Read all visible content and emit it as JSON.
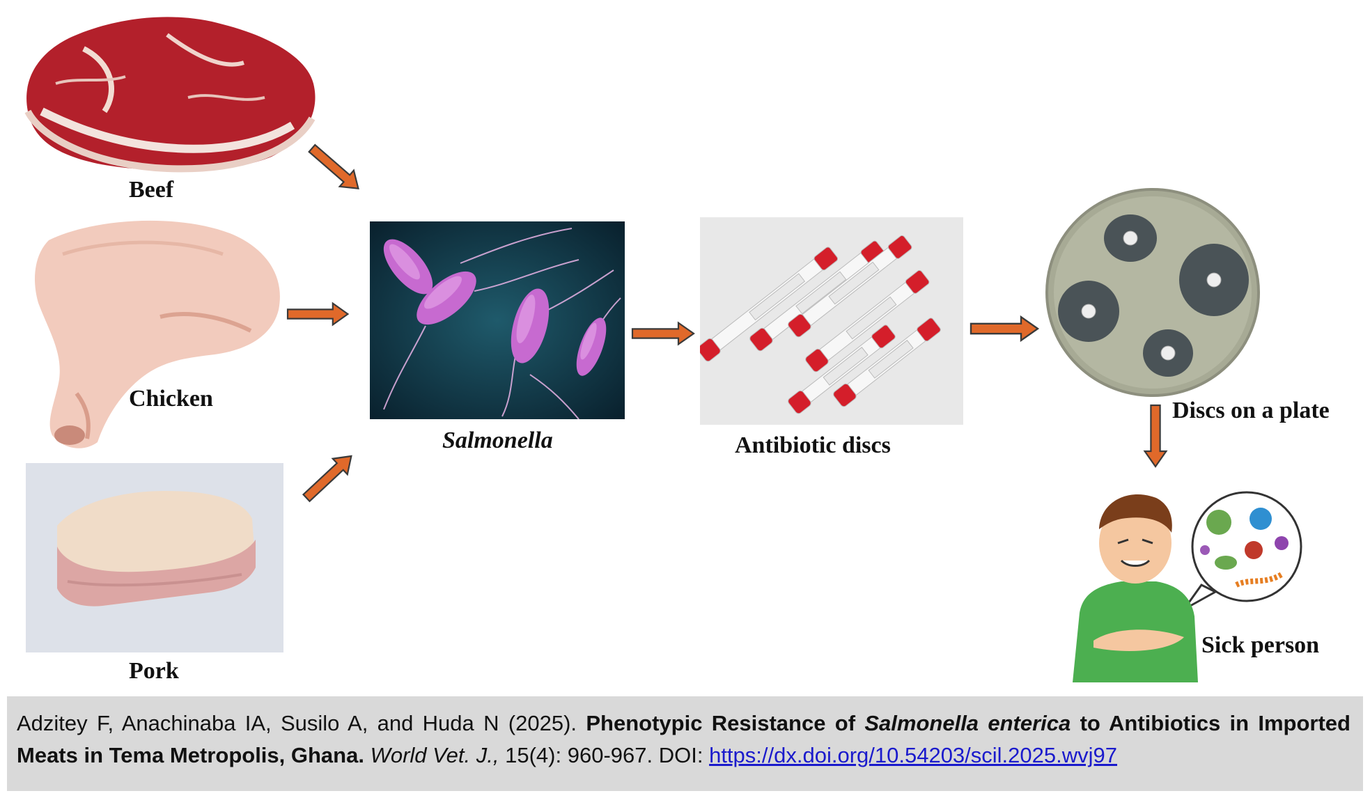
{
  "labels": {
    "beef": "Beef",
    "chicken": "Chicken",
    "pork": "Pork",
    "salmonella": "Salmonella",
    "antibiotic_discs": "Antibiotic discs",
    "discs_on_plate": "Discs on a plate",
    "sick_person": "Sick person"
  },
  "citation": {
    "authors": "Adzitey F, Anachinaba IA, Susilo A, and Huda N (2025).",
    "title_part1": "Phenotypic Resistance of",
    "title_italic": "Salmonella enterica",
    "title_part2": "to Antibiotics in Imported Meats in Tema Metropolis, Ghana.",
    "journal": "World Vet. J.,",
    "volume": "15(4): 960-967. DOI:",
    "doi": "https://dx.doi.org/10.54203/scil.2025.wvj97"
  },
  "colors": {
    "arrow": "#e0692a",
    "arrow_stroke": "#3a3a3a",
    "citation_bg": "#d9d9d9",
    "link": "#1a1acc"
  }
}
